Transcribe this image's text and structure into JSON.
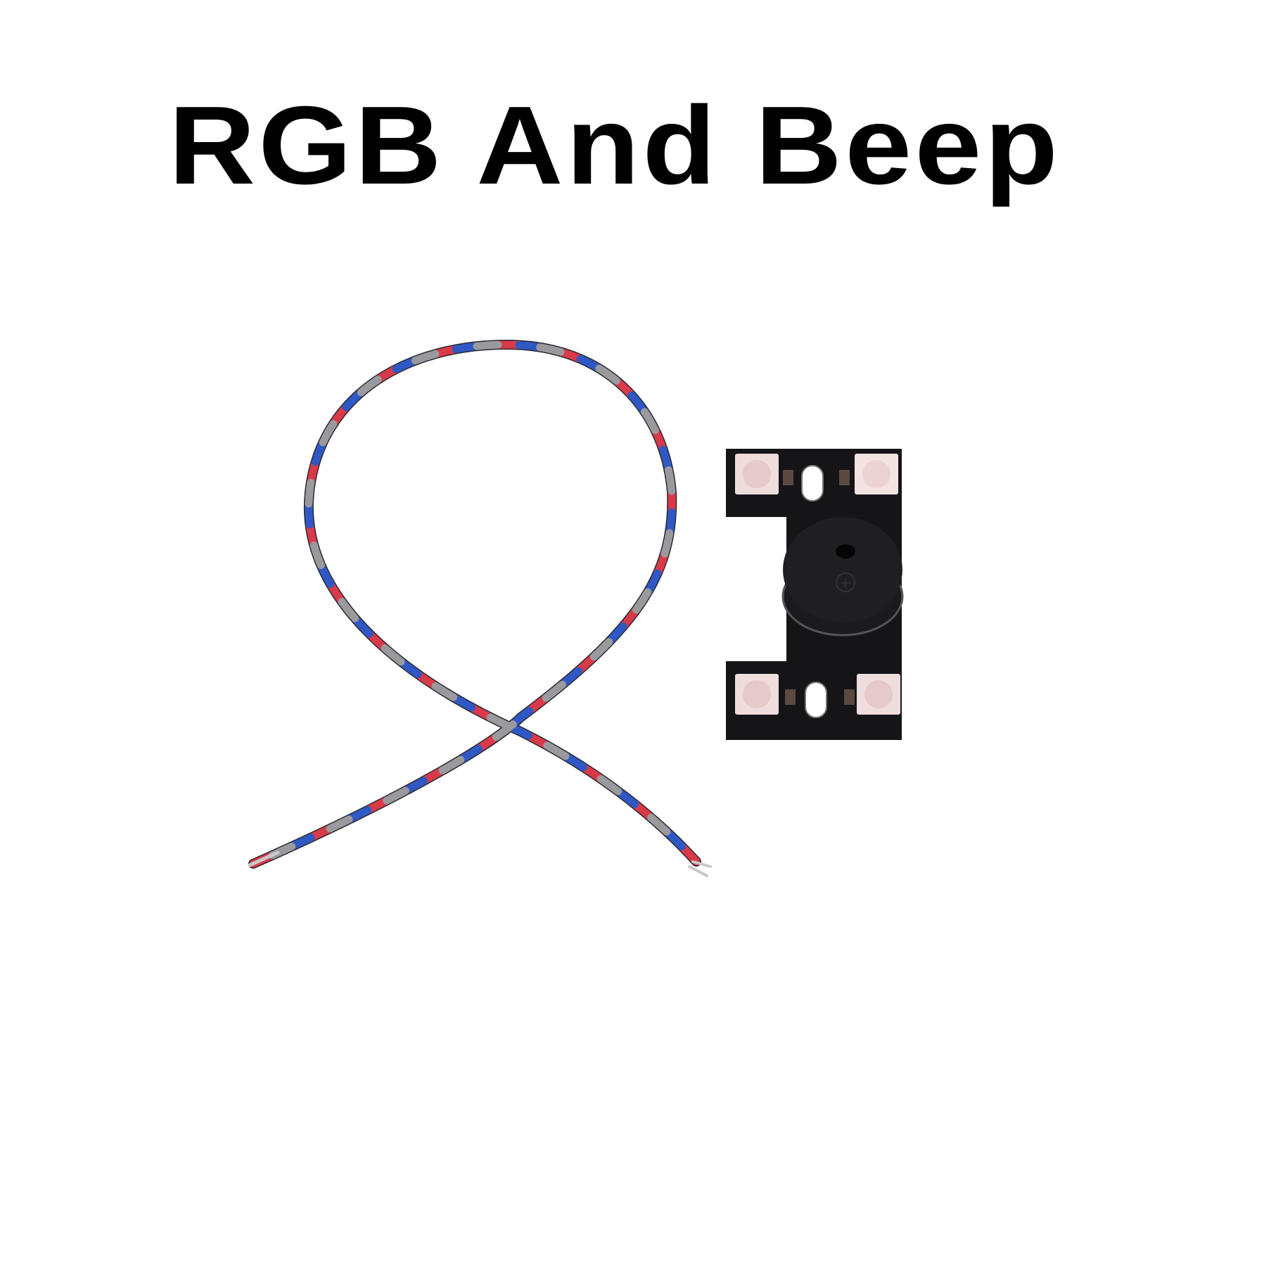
{
  "title": "RGB And Beep",
  "product": {
    "items": [
      {
        "name": "twisted-wire-cable",
        "wire_colors": [
          "#d93a48",
          "#2f58c4",
          "#2b2b33",
          "#9a9a9e"
        ]
      },
      {
        "name": "led-buzzer-board",
        "board_color": "#151518",
        "led_count": 4,
        "led_color": "#efdcdc",
        "buzzer_marking": "+"
      }
    ]
  },
  "colors": {
    "background": "#ffffff",
    "title": "#000000"
  }
}
